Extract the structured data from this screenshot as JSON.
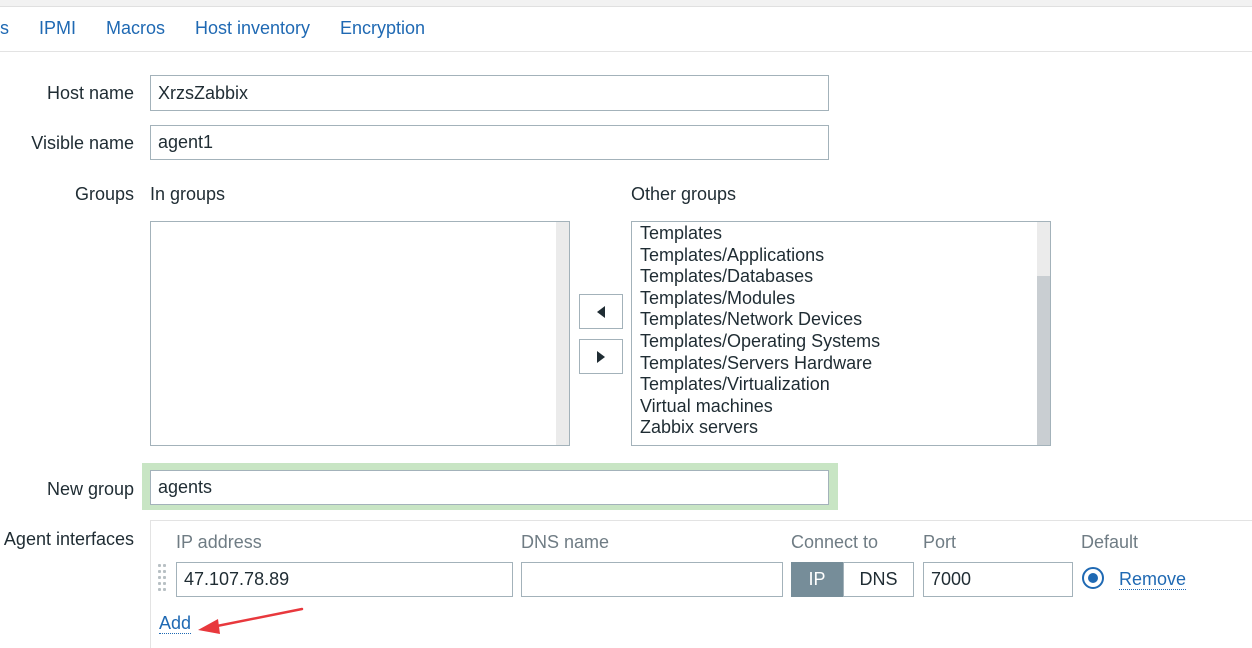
{
  "tabs": [
    "s",
    "IPMI",
    "Macros",
    "Host inventory",
    "Encryption"
  ],
  "form": {
    "host_name": {
      "label": "Host name",
      "value": "XrzsZabbix"
    },
    "visible_name": {
      "label": "Visible name",
      "value": "agent1"
    },
    "groups": {
      "label": "Groups",
      "in_groups_label": "In groups",
      "in_groups": [],
      "other_groups_label": "Other groups",
      "other_groups": [
        "Templates",
        "Templates/Applications",
        "Templates/Databases",
        "Templates/Modules",
        "Templates/Network Devices",
        "Templates/Operating Systems",
        "Templates/Servers Hardware",
        "Templates/Virtualization",
        "Virtual machines",
        "Zabbix servers"
      ]
    },
    "new_group": {
      "label": "New group",
      "value": "agents"
    },
    "agent_interfaces": {
      "label": "Agent interfaces",
      "columns": {
        "ip": "IP address",
        "dns": "DNS name",
        "connect": "Connect to",
        "port": "Port",
        "default": "Default"
      },
      "row": {
        "ip": "47.107.78.89",
        "dns": "",
        "connect_ip": "IP",
        "connect_dns": "DNS",
        "port": "7000",
        "remove": "Remove"
      },
      "add": "Add"
    }
  },
  "icons": {
    "move_left": "triangle-left-icon",
    "move_right": "triangle-right-icon",
    "drag": "drag-handle-icon",
    "annotation": "red-arrow-annotation"
  },
  "colors": {
    "link": "#1f69b3",
    "active_segment": "#768d99",
    "highlight": "#c8e5c4",
    "annotation": "#e8383d"
  }
}
